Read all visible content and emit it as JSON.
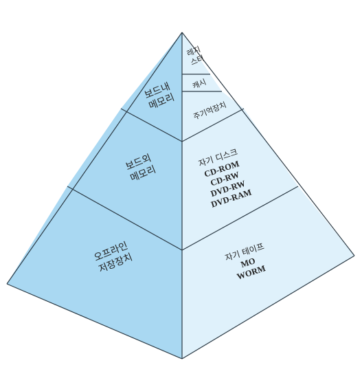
{
  "colors": {
    "left_face": "#a9d8f2",
    "right_face": "#dff1fb",
    "edge": "#2b3a45",
    "text": "#222222"
  },
  "pyramid": {
    "left": {
      "on_board": [
        "보드내",
        "메모리"
      ],
      "off_board": [
        "보드외",
        "메모리"
      ],
      "offline": [
        "오프라인",
        "저장장치"
      ]
    },
    "right": {
      "register": [
        "레지",
        "스터"
      ],
      "cache": [
        "캐시"
      ],
      "main_memory": [
        "주기억장치"
      ],
      "disk_title": "자기 디스크",
      "disk_items": [
        "CD-ROM",
        "CD-RW",
        "DVD-RW",
        "DVD-RAM"
      ],
      "tape_title": "자기 테이프",
      "tape_items": [
        "MO",
        "WORM"
      ]
    }
  }
}
